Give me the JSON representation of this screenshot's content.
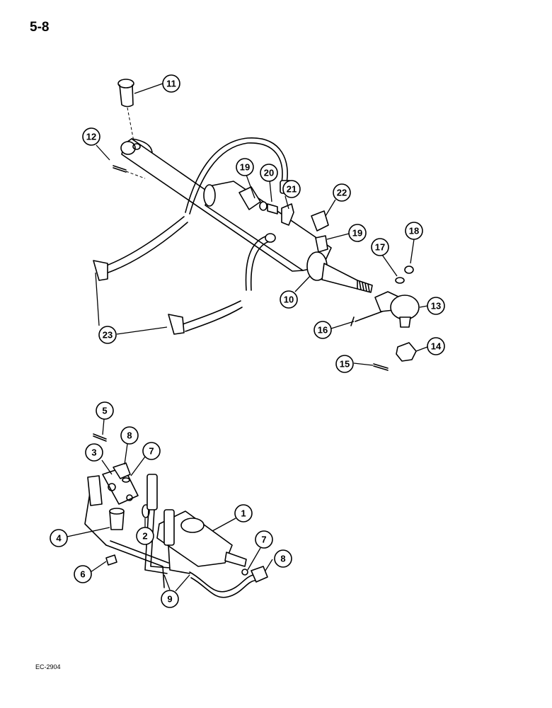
{
  "page_number": "5-8",
  "figure_code": "EC-2904",
  "upper_assembly": {
    "callouts": [
      "11",
      "12",
      "19",
      "20",
      "21",
      "22",
      "19",
      "17",
      "18",
      "10",
      "13",
      "16",
      "14",
      "15",
      "23"
    ]
  },
  "lower_assembly": {
    "callouts": [
      "5",
      "8",
      "3",
      "7",
      "1",
      "4",
      "2",
      "7",
      "8",
      "6",
      "9"
    ]
  }
}
